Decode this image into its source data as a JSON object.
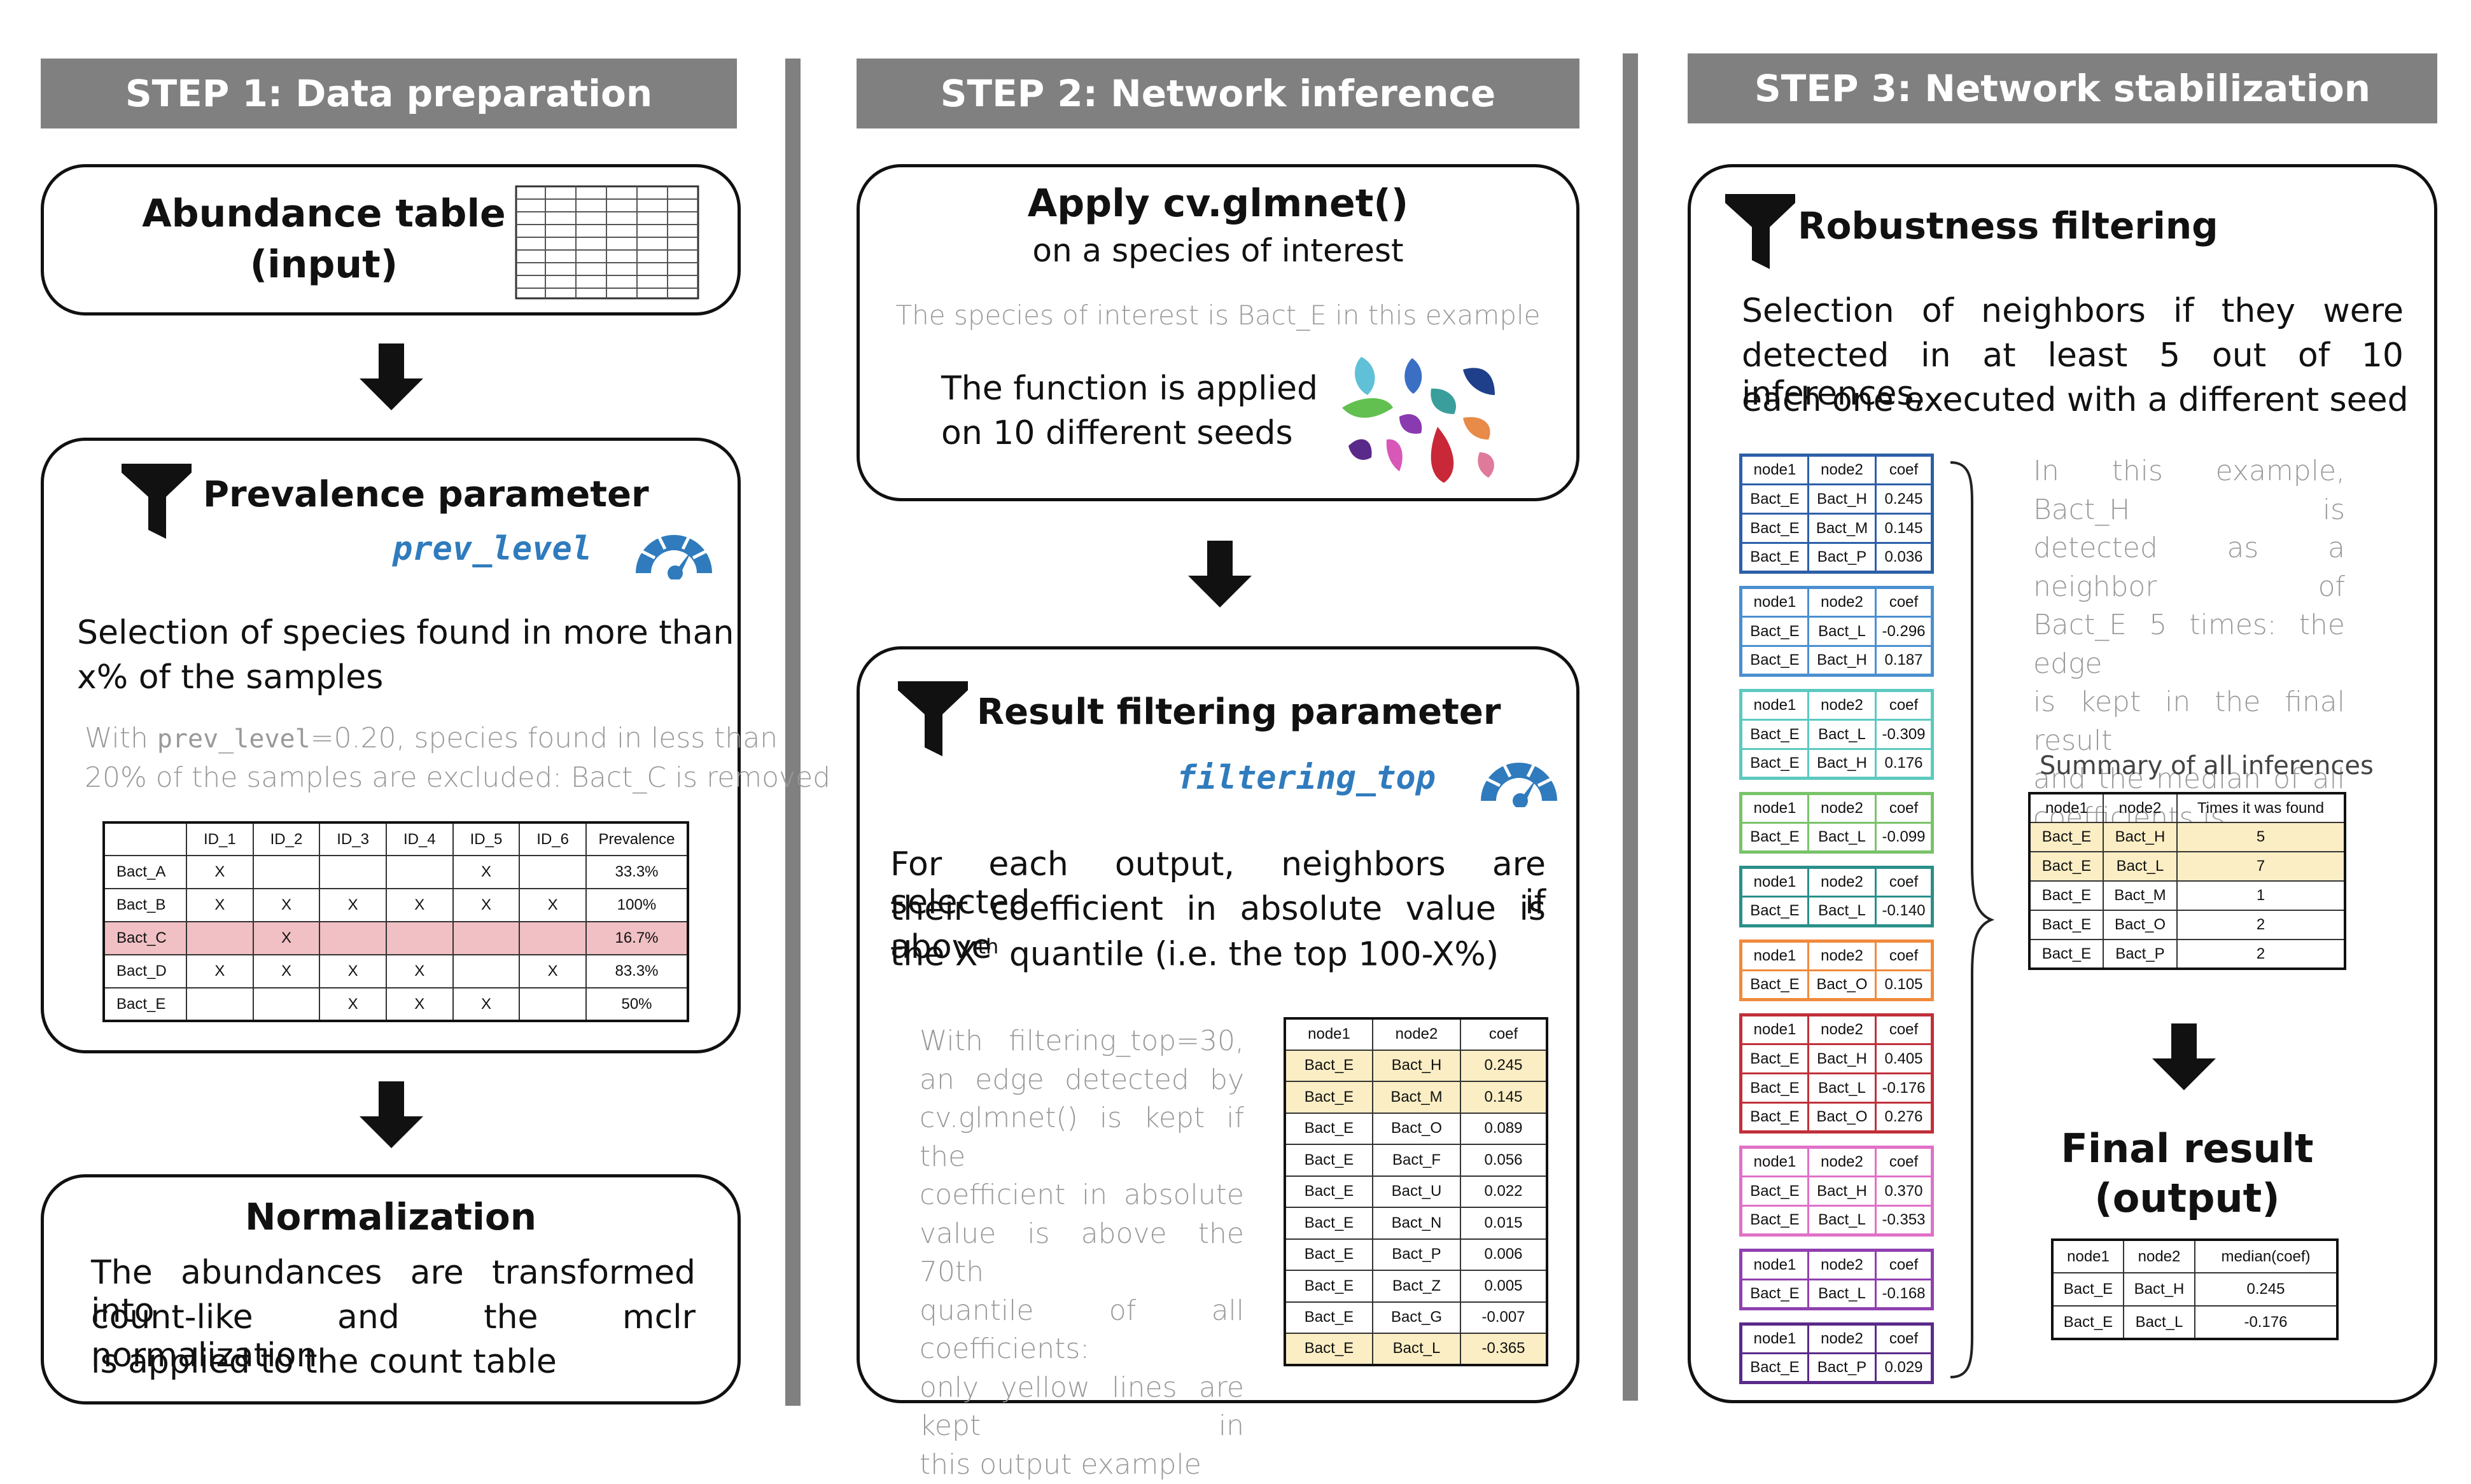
{
  "steps": {
    "s1": "STEP 1: Data preparation",
    "s2": "STEP 2: Network inference",
    "s3": "STEP 3: Network stabilization"
  },
  "step1": {
    "abundance_line1": "Abundance table",
    "abundance_line2": "(input)",
    "prev_title": "Prevalence parameter",
    "prev_param": "prev_level",
    "prev_desc_line1": "Selection of species found in more than",
    "prev_desc_line2": "x% of the samples",
    "prev_note_line1_pre": "With ",
    "prev_note_code": "prev_level",
    "prev_note_line1_post": "=0.20, species found in less than",
    "prev_note_line2": "20% of the samples are excluded: Bact_C is removed",
    "prev_table": {
      "headers": [
        "",
        "ID_1",
        "ID_2",
        "ID_3",
        "ID_4",
        "ID_5",
        "ID_6",
        "Prevalence"
      ],
      "rows": [
        [
          "Bact_A",
          "X",
          "",
          "",
          "",
          "X",
          "",
          "33.3%"
        ],
        [
          "Bact_B",
          "X",
          "X",
          "X",
          "X",
          "X",
          "X",
          "100%"
        ],
        [
          "Bact_C",
          "",
          "X",
          "",
          "",
          "",
          "",
          "16.7%"
        ],
        [
          "Bact_D",
          "X",
          "X",
          "X",
          "X",
          "",
          "X",
          "83.3%"
        ],
        [
          "Bact_E",
          "",
          "",
          "X",
          "X",
          "X",
          "",
          "50%"
        ]
      ],
      "removed_row_color": "#f0c0c4"
    },
    "norm_title": "Normalization",
    "norm_line1": "The abundances are transformed into",
    "norm_line2": "count-like and the mclr normalization",
    "norm_line3": "is applied to the count table"
  },
  "step2": {
    "apply_title": "Apply cv.glmnet()",
    "apply_sub": "on a species of interest",
    "apply_note": "The species of interest is Bact_E in this example",
    "seeds_line1": "The function is applied",
    "seeds_line2": "on 10 different seeds",
    "filter_title": "Result filtering parameter",
    "filter_param": "filtering_top",
    "filter_desc_line1": "For each output, neighbors are selected if",
    "filter_desc_line2": "their coefficient in absolute value is above",
    "filter_desc_line3_pre": "the X",
    "filter_desc_sup": "th",
    "filter_desc_line3_post": " quantile (i.e. the top 100-X%)",
    "filter_note_lines": [
      "With filtering_top=30,",
      "an edge detected by",
      "cv.glmnet() is kept if the",
      "coefficient in absolute",
      "value is above the 70th",
      "quantile of all coefficients:",
      "only yellow lines are kept in",
      "this output example"
    ],
    "result_table": {
      "headers": [
        "node1",
        "node2",
        "coef"
      ],
      "rows": [
        {
          "cells": [
            "Bact_E",
            "Bact_H",
            "0.245"
          ],
          "kept": true
        },
        {
          "cells": [
            "Bact_E",
            "Bact_M",
            "0.145"
          ],
          "kept": true
        },
        {
          "cells": [
            "Bact_E",
            "Bact_O",
            "0.089"
          ],
          "kept": false
        },
        {
          "cells": [
            "Bact_E",
            "Bact_F",
            "0.056"
          ],
          "kept": false
        },
        {
          "cells": [
            "Bact_E",
            "Bact_U",
            "0.022"
          ],
          "kept": false
        },
        {
          "cells": [
            "Bact_E",
            "Bact_N",
            "0.015"
          ],
          "kept": false
        },
        {
          "cells": [
            "Bact_E",
            "Bact_P",
            "0.006"
          ],
          "kept": false
        },
        {
          "cells": [
            "Bact_E",
            "Bact_Z",
            "0.005"
          ],
          "kept": false
        },
        {
          "cells": [
            "Bact_E",
            "Bact_G",
            "-0.007"
          ],
          "kept": false
        },
        {
          "cells": [
            "Bact_E",
            "Bact_L",
            "-0.365"
          ],
          "kept": true
        }
      ],
      "kept_color": "#fbeec4"
    }
  },
  "step3": {
    "robust_title": "Robustness filtering",
    "robust_line1": "Selection of neighbors if they were",
    "robust_line2": "detected in at least 5 out of 10 inferences,",
    "robust_line3": "each one executed with a different seed",
    "inference_tables": [
      {
        "color": "#2d5fa8",
        "rows": [
          [
            "Bact_E",
            "Bact_H",
            "0.245"
          ],
          [
            "Bact_E",
            "Bact_M",
            "0.145"
          ],
          [
            "Bact_E",
            "Bact_P",
            "0.036"
          ]
        ]
      },
      {
        "color": "#4a8fd0",
        "rows": [
          [
            "Bact_E",
            "Bact_L",
            "-0.296"
          ],
          [
            "Bact_E",
            "Bact_H",
            "0.187"
          ]
        ]
      },
      {
        "color": "#5cc9c0",
        "rows": [
          [
            "Bact_E",
            "Bact_L",
            "-0.309"
          ],
          [
            "Bact_E",
            "Bact_H",
            "0.176"
          ]
        ]
      },
      {
        "color": "#79c36a",
        "rows": [
          [
            "Bact_E",
            "Bact_L",
            "-0.099"
          ]
        ]
      },
      {
        "color": "#2a8f8a",
        "rows": [
          [
            "Bact_E",
            "Bact_L",
            "-0.140"
          ]
        ]
      },
      {
        "color": "#f08a3c",
        "rows": [
          [
            "Bact_E",
            "Bact_O",
            "0.105"
          ]
        ]
      },
      {
        "color": "#c0303a",
        "rows": [
          [
            "Bact_E",
            "Bact_H",
            "0.405"
          ],
          [
            "Bact_E",
            "Bact_L",
            "-0.176"
          ],
          [
            "Bact_E",
            "Bact_O",
            "0.276"
          ]
        ]
      },
      {
        "color": "#e070c8",
        "rows": [
          [
            "Bact_E",
            "Bact_H",
            "0.370"
          ],
          [
            "Bact_E",
            "Bact_L",
            "-0.353"
          ]
        ]
      },
      {
        "color": "#9040b0",
        "rows": [
          [
            "Bact_E",
            "Bact_L",
            "-0.168"
          ]
        ]
      },
      {
        "color": "#5a2a8a",
        "rows": [
          [
            "Bact_E",
            "Bact_P",
            "0.029"
          ]
        ]
      }
    ],
    "inference_headers": [
      "node1",
      "node2",
      "coef"
    ],
    "example_note_lines": [
      "In this example, Bact_H is",
      "detected as a neighbor of",
      "Bact_E 5 times: the edge",
      "is kept in the final result",
      "and the median of all",
      "coefficients is calculated"
    ],
    "summary_title": "Summary of all inferences",
    "summary_headers": [
      "node1",
      "node2",
      "Times it was found"
    ],
    "summary_rows": [
      {
        "cells": [
          "Bact_E",
          "Bact_H",
          "5"
        ],
        "kept": true
      },
      {
        "cells": [
          "Bact_E",
          "Bact_L",
          "7"
        ],
        "kept": true
      },
      {
        "cells": [
          "Bact_E",
          "Bact_M",
          "1"
        ],
        "kept": false
      },
      {
        "cells": [
          "Bact_E",
          "Bact_O",
          "2"
        ],
        "kept": false
      },
      {
        "cells": [
          "Bact_E",
          "Bact_P",
          "2"
        ],
        "kept": false
      }
    ],
    "final_line1": "Final result",
    "final_line2": "(output)",
    "final_headers": [
      "node1",
      "node2",
      "median(coef)"
    ],
    "final_rows": [
      [
        "Bact_E",
        "Bact_H",
        "0.245"
      ],
      [
        "Bact_E",
        "Bact_L",
        "-0.176"
      ]
    ]
  },
  "colors": {
    "header_grey": "#808080",
    "param_blue": "#2f7bbd",
    "kept_yellow": "#fbeec4",
    "removed_pink": "#f0c0c4"
  }
}
